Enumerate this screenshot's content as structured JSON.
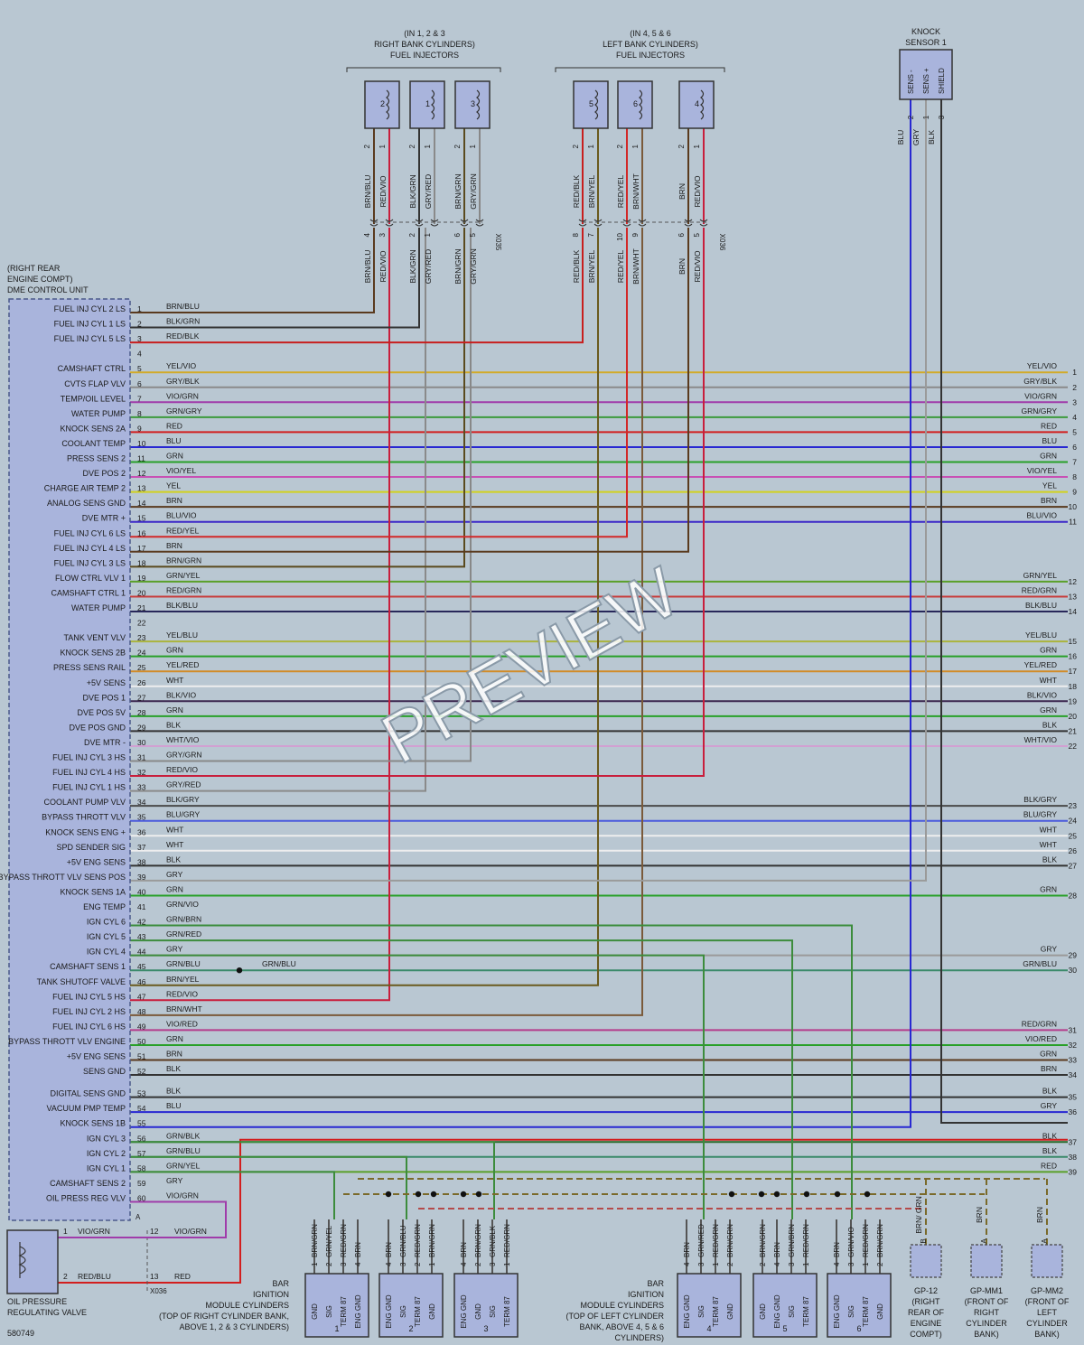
{
  "drawing_number": "580749",
  "watermark": "PREVIEW",
  "dme": {
    "caption": [
      "(RIGHT REAR",
      "ENGINE COMPT)",
      "DME CONTROL UNIT"
    ],
    "pin_a_label": "A"
  },
  "injectors_right": {
    "caption": [
      "(IN 1, 2 & 3",
      "RIGHT BANK CYLINDERS)",
      "FUEL INJECTORS"
    ],
    "connector": "X035",
    "items": [
      {
        "num": "2",
        "wires": [
          {
            "pin": "2",
            "color": "BRN/BLU",
            "hex": "#5a3a1e",
            "cpin": "4",
            "pair": false
          },
          {
            "pin": "1",
            "color": "RED/VIO",
            "hex": "#c81e3c",
            "cpin": "3",
            "pair": false
          }
        ]
      },
      {
        "num": "1",
        "wires": [
          {
            "pin": "2",
            "color": "BLK/GRN",
            "hex": "#333333",
            "cpin": "2",
            "pair": false
          },
          {
            "pin": "1",
            "color": "GRY/RED",
            "hex": "#8a8a8a",
            "cpin": "1",
            "pair": false
          }
        ]
      },
      {
        "num": "3",
        "wires": [
          {
            "pin": "2",
            "color": "BRN/GRN",
            "hex": "#5a4a1e",
            "cpin": "6",
            "pair": false
          },
          {
            "pin": "1",
            "color": "GRY/GRN",
            "hex": "#888888",
            "cpin": "5",
            "pair": false
          }
        ]
      }
    ]
  },
  "injectors_left": {
    "caption": [
      "(IN 4, 5 & 6",
      "LEFT BANK CYLINDERS)",
      "FUEL INJECTORS"
    ],
    "connector": "X036",
    "items": [
      {
        "num": "5",
        "wires": [
          {
            "pin": "2",
            "color": "RED/BLK",
            "hex": "#c81e1e",
            "cpin": "8"
          },
          {
            "pin": "1",
            "color": "BRN/YEL",
            "hex": "#6a5a1e",
            "cpin": "7"
          }
        ]
      },
      {
        "num": "6",
        "wires": [
          {
            "pin": "2",
            "color": "RED/YEL",
            "hex": "#d22828",
            "cpin": "10"
          },
          {
            "pin": "1",
            "color": "BRN/WHT",
            "hex": "#7a5a3a",
            "cpin": "9"
          }
        ]
      },
      {
        "num": "4",
        "wires": [
          {
            "pin": "2",
            "color": "BRN",
            "hex": "#5a3a1e",
            "cpin": "6"
          },
          {
            "pin": "1",
            "color": "RED/VIO",
            "hex": "#c81e3c",
            "cpin": "5"
          }
        ]
      }
    ]
  },
  "knock_sensor": {
    "caption": [
      "KNOCK",
      "SENSOR 1"
    ],
    "pins": [
      {
        "label": "SENS -",
        "pin": "2",
        "color": "BLU",
        "hex": "#2828d2"
      },
      {
        "label": "SENS +",
        "pin": "1",
        "color": "GRY",
        "hex": "#9a9a9a"
      },
      {
        "label": "SHIELD",
        "pin": "3",
        "color": "BLK",
        "hex": "#333333"
      }
    ]
  },
  "dme_pins": [
    {
      "pin": "1",
      "label": "FUEL INJ CYL 2 LS",
      "color": "BRN/BLU",
      "hex": "#5a3a1e"
    },
    {
      "pin": "2",
      "label": "FUEL INJ CYL 1 LS",
      "color": "BLK/GRN",
      "hex": "#333333"
    },
    {
      "pin": "3",
      "label": "FUEL INJ CYL 5 LS",
      "color": "RED/BLK",
      "hex": "#c81e1e"
    },
    {
      "pin": "4",
      "label": "",
      "color": "",
      "hex": ""
    },
    {
      "pin": "5",
      "label": "CAMSHAFT CTRL",
      "color": "YEL/VIO",
      "hex": "#d2aa28",
      "right": "1"
    },
    {
      "pin": "6",
      "label": "CVTS FLAP VLV",
      "color": "GRY/BLK",
      "hex": "#8a8a8a",
      "right": "2"
    },
    {
      "pin": "7",
      "label": "TEMP/OIL LEVEL",
      "color": "VIO/GRN",
      "hex": "#a03caa",
      "right": "3"
    },
    {
      "pin": "8",
      "label": "WATER PUMP",
      "color": "GRN/GRY",
      "hex": "#3c9a3c",
      "right": "4"
    },
    {
      "pin": "9",
      "label": "KNOCK SENS 2A",
      "color": "RED",
      "hex": "#d21e1e",
      "right": "5"
    },
    {
      "pin": "10",
      "label": "COOLANT TEMP",
      "color": "BLU",
      "hex": "#2828d2",
      "right": "6"
    },
    {
      "pin": "11",
      "label": "PRESS SENS 2",
      "color": "GRN",
      "hex": "#28a028",
      "right": "7"
    },
    {
      "pin": "12",
      "label": "DVE POS 2",
      "color": "VIO/YEL",
      "hex": "#c850b4",
      "right": "8"
    },
    {
      "pin": "13",
      "label": "CHARGE AIR TEMP 2",
      "color": "YEL",
      "hex": "#d2d21e",
      "right": "9"
    },
    {
      "pin": "14",
      "label": "ANALOG SENS GND",
      "color": "BRN",
      "hex": "#5a3a1e",
      "right": "10"
    },
    {
      "pin": "15",
      "label": "DVE MTR +",
      "color": "BLU/VIO",
      "hex": "#3c28c8",
      "right": "11"
    },
    {
      "pin": "16",
      "label": "FUEL INJ CYL 6 LS",
      "color": "RED/YEL",
      "hex": "#d22828"
    },
    {
      "pin": "17",
      "label": "FUEL INJ CYL 4 LS",
      "color": "BRN",
      "hex": "#5a3a1e"
    },
    {
      "pin": "18",
      "label": "FUEL INJ CYL 3 LS",
      "color": "BRN/GRN",
      "hex": "#5a4a1e"
    },
    {
      "pin": "19",
      "label": "FLOW CTRL VLV 1",
      "color": "GRN/YEL",
      "hex": "#5aa028",
      "right": "12"
    },
    {
      "pin": "20",
      "label": "CAMSHAFT CTRL 1",
      "color": "RED/GRN",
      "hex": "#c83c3c",
      "right": "13"
    },
    {
      "pin": "21",
      "label": "WATER PUMP",
      "color": "BLK/BLU",
      "hex": "#28285a",
      "right": "14"
    },
    {
      "pin": "22",
      "label": "",
      "color": "",
      "hex": ""
    },
    {
      "pin": "23",
      "label": "TANK VENT VLV",
      "color": "YEL/BLU",
      "hex": "#aab43c",
      "right": "15"
    },
    {
      "pin": "24",
      "label": "KNOCK SENS 2B",
      "color": "GRN",
      "hex": "#28a028",
      "right": "16"
    },
    {
      "pin": "25",
      "label": "PRESS SENS RAIL",
      "color": "YEL/RED",
      "hex": "#d28c28",
      "right": "17"
    },
    {
      "pin": "26",
      "label": "+5V SENS",
      "color": "WHT",
      "hex": "#eeeeee",
      "right": "18"
    },
    {
      "pin": "27",
      "label": "DVE POS 1",
      "color": "BLK/VIO",
      "hex": "#3c2850",
      "right": "19"
    },
    {
      "pin": "28",
      "label": "DVE POS 5V",
      "color": "GRN",
      "hex": "#28a028",
      "right": "20"
    },
    {
      "pin": "29",
      "label": "DVE POS GND",
      "color": "BLK",
      "hex": "#333333",
      "right": "21"
    },
    {
      "pin": "30",
      "label": "DVE MTR -",
      "color": "WHT/VIO",
      "hex": "#d2a0d2",
      "right": "22"
    },
    {
      "pin": "31",
      "label": "FUEL INJ CYL 3 HS",
      "color": "GRY/GRN",
      "hex": "#888888"
    },
    {
      "pin": "32",
      "label": "FUEL INJ CYL 4 HS",
      "color": "RED/VIO",
      "hex": "#c81e3c"
    },
    {
      "pin": "33",
      "label": "FUEL INJ CYL 1 HS",
      "color": "GRY/RED",
      "hex": "#8a8a8a"
    },
    {
      "pin": "34",
      "label": "COOLANT PUMP VLV",
      "color": "BLK/GRY",
      "hex": "#4a4a4a",
      "right": "23"
    },
    {
      "pin": "35",
      "label": "BYPASS THROTT VLV",
      "color": "BLU/GRY",
      "hex": "#4a5adc",
      "right": "24"
    },
    {
      "pin": "36",
      "label": "KNOCK SENS ENG +",
      "color": "WHT",
      "hex": "#eeeeee",
      "right": "25"
    },
    {
      "pin": "37",
      "label": "SPD SENDER SIG",
      "color": "WHT",
      "hex": "#eeeeee",
      "right": "26"
    },
    {
      "pin": "38",
      "label": "+5V ENG SENS",
      "color": "BLK",
      "hex": "#333333",
      "right": "27"
    },
    {
      "pin": "39",
      "label": "BYPASS THROTT VLV SENS POS",
      "color": "GRY",
      "hex": "#9a9a9a"
    },
    {
      "pin": "40",
      "label": "KNOCK SENS 1A",
      "color": "GRN",
      "hex": "#28a028",
      "right": "28"
    },
    {
      "pin": "41",
      "label": "ENG TEMP",
      "color": "GRN/VIO",
      "hex": "#5a8a5a"
    },
    {
      "pin": "42",
      "label": "IGN CYL 6",
      "color": "GRN/BRN",
      "hex": "#5a6a3a"
    },
    {
      "pin": "43",
      "label": "IGN CYL 5",
      "color": "GRN/RED",
      "hex": "#6a8a3a"
    },
    {
      "pin": "44",
      "label": "IGN CYL 4",
      "color": "GRY",
      "hex": "#9a9a9a",
      "right": "29"
    },
    {
      "pin": "45",
      "label": "CAMSHAFT SENS 1",
      "color": "GRN/BLU",
      "hex": "#3a8a6a",
      "right": "30"
    },
    {
      "pin": "46",
      "label": "TANK SHUTOFF VALVE",
      "color": "BRN/YEL",
      "hex": "#6a5a1e"
    },
    {
      "pin": "47",
      "label": "FUEL INJ CYL 5 HS",
      "color": "RED/VIO",
      "hex": "#c81e3c"
    },
    {
      "pin": "48",
      "label": "FUEL INJ CYL 2 HS",
      "color": "BRN/WHT",
      "hex": "#7a5a3a"
    },
    {
      "pin": "49",
      "label": "FUEL INJ CYL 6 HS",
      "color": "VIO/RED",
      "hex": "#b43c8c",
      "right": "31"
    },
    {
      "pin": "50",
      "label": "BYPASS THROTT VLV ENGINE",
      "color": "GRN",
      "hex": "#28a028",
      "right": "32"
    },
    {
      "pin": "51",
      "label": "+5V ENG SENS",
      "color": "BRN",
      "hex": "#5a3a1e",
      "right": "33"
    },
    {
      "pin": "52",
      "label": "SENS GND",
      "color": "BLK",
      "hex": "#333333",
      "right": "34"
    },
    {
      "pin": "53",
      "label": "DIGITAL SENS GND",
      "color": "BLK",
      "hex": "#333333",
      "right": "35"
    },
    {
      "pin": "54",
      "label": "VACUUM PMP TEMP",
      "color": "BLU",
      "hex": "#2828d2",
      "right": "36"
    },
    {
      "pin": "55",
      "label": "KNOCK SENS 1B",
      "color": "",
      "hex": ""
    },
    {
      "pin": "56",
      "label": "IGN CYL 3",
      "color": "GRN/BLK",
      "hex": "#2a6a2a",
      "right": "37"
    },
    {
      "pin": "57",
      "label": "IGN CYL 2",
      "color": "GRN/BLU",
      "hex": "#3a8a6a",
      "right": "38"
    },
    {
      "pin": "58",
      "label": "IGN CYL 1",
      "color": "GRN/YEL",
      "hex": "#5aa028",
      "right": "39"
    },
    {
      "pin": "59",
      "label": "CAMSHAFT SENS 2",
      "color": "GRY",
      "hex": "#9a9a9a"
    },
    {
      "pin": "60",
      "label": "OIL PRESS REG VLV",
      "color": "VIO/GRN",
      "hex": "#a03caa"
    }
  ],
  "right_labels": [
    {
      "num": "1",
      "color": "YEL/VIO"
    },
    {
      "num": "2",
      "color": "GRY/BLK"
    },
    {
      "num": "3",
      "color": "VIO/GRN"
    },
    {
      "num": "4",
      "color": "GRN/GRY"
    },
    {
      "num": "5",
      "color": "RED"
    },
    {
      "num": "6",
      "color": "BLU"
    },
    {
      "num": "7",
      "color": "GRN"
    },
    {
      "num": "8",
      "color": "VIO/YEL"
    },
    {
      "num": "9",
      "color": "YEL"
    },
    {
      "num": "10",
      "color": "BRN"
    },
    {
      "num": "11",
      "color": "BLU/VIO"
    },
    {
      "num": "12",
      "color": "GRN/YEL"
    },
    {
      "num": "13",
      "color": "RED/GRN"
    },
    {
      "num": "14",
      "color": "BLK/BLU"
    },
    {
      "num": "15",
      "color": "YEL/BLU"
    },
    {
      "num": "16",
      "color": "GRN"
    },
    {
      "num": "17",
      "color": "YEL/RED"
    },
    {
      "num": "18",
      "color": "WHT"
    },
    {
      "num": "19",
      "color": "BLK/VIO"
    },
    {
      "num": "20",
      "color": "GRN"
    },
    {
      "num": "21",
      "color": "BLK"
    },
    {
      "num": "22",
      "color": "WHT/VIO"
    },
    {
      "num": "23",
      "color": "BLK/GRY"
    },
    {
      "num": "24",
      "color": "BLU/GRY"
    },
    {
      "num": "25",
      "color": "WHT"
    },
    {
      "num": "26",
      "color": "WHT"
    },
    {
      "num": "27",
      "color": "BLK"
    },
    {
      "num": "28",
      "color": "GRN"
    },
    {
      "num": "29",
      "color": "GRY"
    },
    {
      "num": "30",
      "color": "GRN/BLU"
    },
    {
      "num": "31",
      "color": "RED/GRN"
    },
    {
      "num": "32",
      "color": "VIO/RED"
    },
    {
      "num": "33",
      "color": "GRN"
    },
    {
      "num": "34",
      "color": "BRN"
    },
    {
      "num": "35",
      "color": "BLK"
    },
    {
      "num": "36",
      "color": "GRY"
    },
    {
      "num": "37",
      "color": "BLK"
    },
    {
      "num": "38",
      "color": "BLK"
    },
    {
      "num": "39",
      "color": "RED"
    }
  ],
  "splice_label": "GRN/BLU",
  "oil_valve": {
    "caption": [
      "OIL PRESSURE",
      "REGULATING VALVE"
    ],
    "connector": "X036",
    "wires": [
      {
        "pin": "1",
        "color": "VIO/GRN",
        "cpin": "12",
        "color2": "VIO/GRN"
      },
      {
        "pin": "2",
        "color": "RED/BLU",
        "cpin": "13",
        "color2": "RED"
      }
    ]
  },
  "ign_right": {
    "caption": [
      "BAR",
      "IGNITION",
      "MODULE CYLINDERS",
      "(TOP OF RIGHT CYLINDER BANK,",
      "ABOVE 1, 2 & 3 CYLINDERS)"
    ],
    "modules": [
      {
        "num": "1",
        "pins": [
          {
            "name": "GND",
            "pin": "1",
            "color": "BRN/GRN"
          },
          {
            "name": "SIG",
            "pin": "2",
            "color": "GRN/YEL"
          },
          {
            "name": "TERM 87",
            "pin": "3",
            "color": "RED/GRN"
          },
          {
            "name": "ENG GND",
            "pin": "4",
            "color": "BRN"
          }
        ]
      },
      {
        "num": "2",
        "pins": [
          {
            "name": "ENG GND",
            "pin": "4",
            "color": "BRN"
          },
          {
            "name": "SIG",
            "pin": "3",
            "color": "GRN/BLU"
          },
          {
            "name": "TERM 87",
            "pin": "2",
            "color": "RED/GRN"
          },
          {
            "name": "GND",
            "pin": "1",
            "color": "BRN/GRN"
          }
        ]
      },
      {
        "num": "3",
        "pins": [
          {
            "name": "ENG GND",
            "pin": "4",
            "color": "BRN"
          },
          {
            "name": "GND",
            "pin": "2",
            "color": "BRN/GRN"
          },
          {
            "name": "SIG",
            "pin": "3",
            "color": "GRN/BLK"
          },
          {
            "name": "TERM 87",
            "pin": "1",
            "color": "RED/GRN"
          }
        ]
      }
    ]
  },
  "ign_left": {
    "caption": [
      "BAR",
      "IGNITION",
      "MODULE CYLINDERS",
      "(TOP OF LEFT CYLINDER",
      "BANK, ABOVE 4, 5 & 6",
      "CYLINDERS)"
    ],
    "modules": [
      {
        "num": "4",
        "pins": [
          {
            "name": "ENG GND",
            "pin": "4",
            "color": "BRN"
          },
          {
            "name": "SIG",
            "pin": "3",
            "color": "GRN/RED"
          },
          {
            "name": "TERM 87",
            "pin": "1",
            "color": "RED/GRN"
          },
          {
            "name": "GND",
            "pin": "2",
            "color": "BRN/GRN"
          }
        ]
      },
      {
        "num": "5",
        "pins": [
          {
            "name": "GND",
            "pin": "2",
            "color": "BRN/GRN"
          },
          {
            "name": "ENG GND",
            "pin": "4",
            "color": "BRN"
          },
          {
            "name": "SIG",
            "pin": "3",
            "color": "GRN/BRN"
          },
          {
            "name": "TERM 87",
            "pin": "1",
            "color": "RED/GRN"
          }
        ]
      },
      {
        "num": "6",
        "pins": [
          {
            "name": "ENG GND",
            "pin": "4",
            "color": "BRN"
          },
          {
            "name": "SIG",
            "pin": "3",
            "color": "GRN/VIO"
          },
          {
            "name": "TERM 87",
            "pin": "1",
            "color": "RED/GRN"
          },
          {
            "name": "GND",
            "pin": "2",
            "color": "BRN/GRN"
          }
        ]
      }
    ]
  },
  "ground_points": [
    {
      "pin": "B",
      "color": "BRN/ GRN",
      "name": "GP-12",
      "caption": [
        "(RIGHT",
        "REAR OF",
        "ENGINE",
        "COMPT)"
      ]
    },
    {
      "pin": "A",
      "color": "BRN",
      "name": "GP-MM1",
      "caption": [
        "(FRONT OF",
        "RIGHT",
        "CYLINDER",
        "BANK)"
      ]
    },
    {
      "pin": "A",
      "color": "BRN",
      "name": "GP-MM2",
      "caption": [
        "(FRONT OF",
        "LEFT",
        "CYLINDER",
        "BANK)"
      ]
    }
  ]
}
